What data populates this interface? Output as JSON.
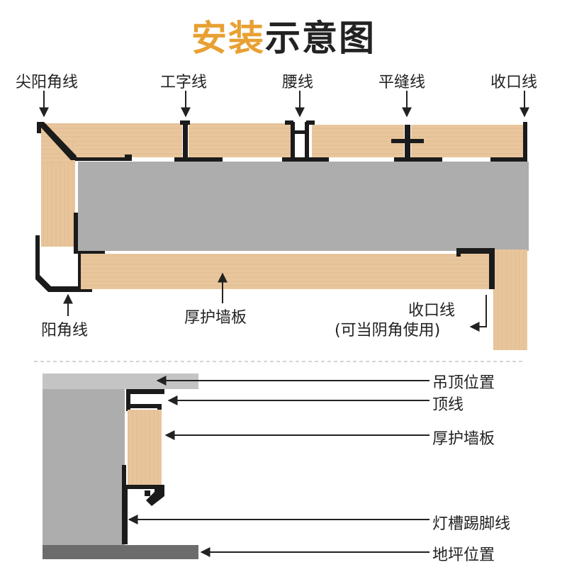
{
  "title": {
    "highlight": "安装",
    "rest": "示意图"
  },
  "top_labels": [
    "尖阳角线",
    "工字线",
    "腰线",
    "平缝线",
    "收口线"
  ],
  "plan_labels": {
    "outside_corner": "阳角线",
    "board": "厚护墙板",
    "edge_trim_line1": "收口线",
    "edge_trim_line2": "(可当阴角使用)"
  },
  "section_labels": [
    "吊顶位置",
    "顶线",
    "厚护墙板",
    "灯槽踢脚线",
    "地坪位置"
  ],
  "colors": {
    "accent": "#e8a033",
    "wood": "#e9c79e",
    "wood_dark": "#d7b284",
    "wall": "#adadad",
    "ceiling": "#c4c4c4",
    "floor": "#6c6c6c",
    "metal": "#1b1b1b"
  }
}
